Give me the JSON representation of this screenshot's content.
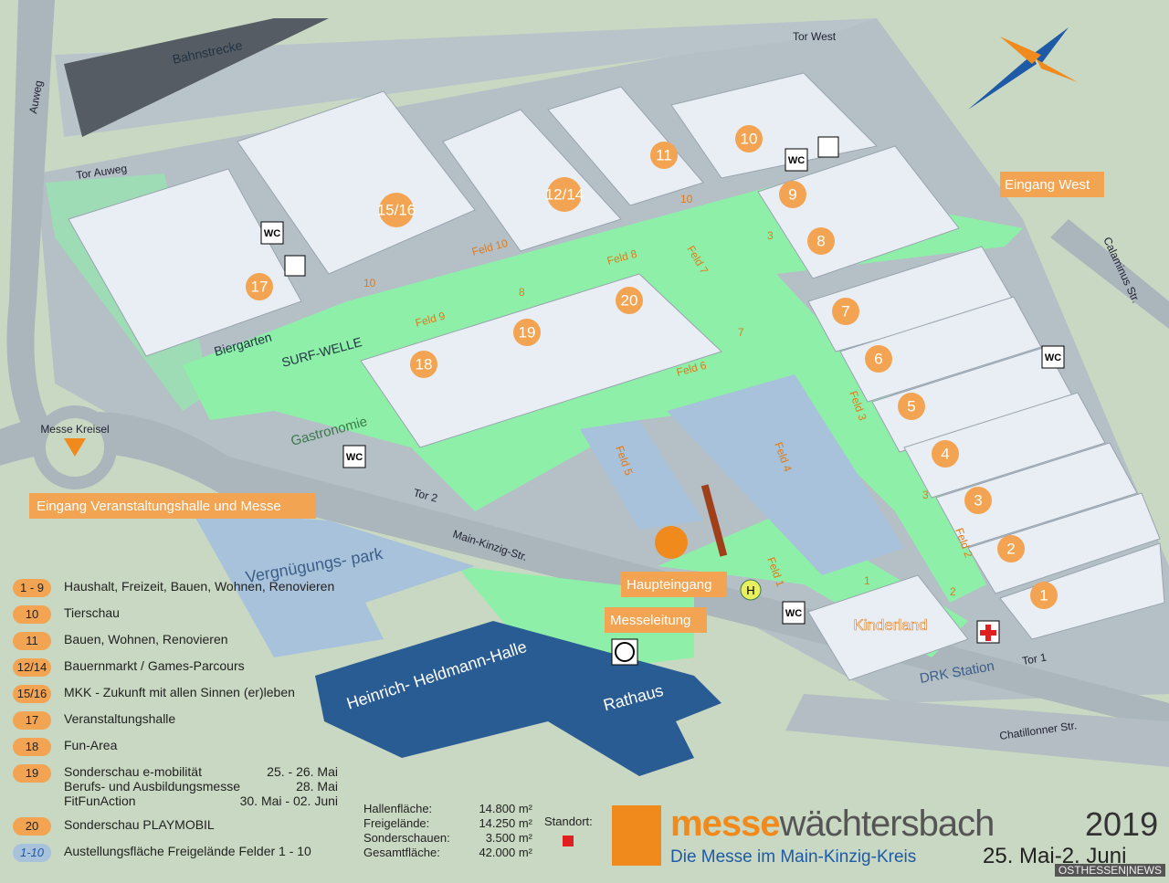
{
  "colors": {
    "hall_roof": "#e8eef4",
    "hall_wall": "#9aa4b0",
    "open_area": "#8ef0a8",
    "road": "#b7c2c8",
    "accent": "#f3a452",
    "rathaus": "#2a5c94"
  },
  "streets": {
    "bahn": "Bahnstrecke",
    "auweg": "Auweg",
    "main_kinzig": "Main-Kinzig-Str.",
    "calaminus": "Calaminus Str.",
    "chatillon": "Chatillonner Str.",
    "kreisel": "Messe Kreisel"
  },
  "gates": {
    "tor_west": "Tor West",
    "tor_auweg": "Tor Auweg",
    "tor2": "Tor 2",
    "tor1": "Tor 1"
  },
  "entrances": {
    "west": "Eingang West",
    "main": "Eingang Veranstaltungshalle und Messe",
    "haupt": "Haupteingang",
    "leitung": "Messeleitung"
  },
  "halls": {
    "h10": "10",
    "h11": "11",
    "h1214": "12/14",
    "h1516": "15/16",
    "h17": "17",
    "h9": "9",
    "h8": "8",
    "h20": "20",
    "h19": "19",
    "h18": "18",
    "h7": "7",
    "h6": "6",
    "h5": "5",
    "h4": "4",
    "h3": "3",
    "h2": "2",
    "h1": "1"
  },
  "places": {
    "biergarten": "Biergarten",
    "surf": "SURF-WELLE",
    "gastro": "Gastronomie",
    "vergnuegung": "Vergnügungs- park",
    "heinrich": "Heinrich- Heldmann-Halle",
    "rathaus": "Rathaus",
    "kinderland": "Kinderland",
    "drk": "DRK Station"
  },
  "felder": {
    "f10": "Feld 10",
    "f9": "Feld 9",
    "f8": "Feld 8",
    "f7": "Feld 7",
    "f6": "Feld 6",
    "f5": "Feld 5",
    "f4": "Feld 4",
    "f3": "Feld 3",
    "f2": "Feld 2",
    "f1": "Feld 1",
    "n10a": "10",
    "n10b": "10",
    "n8": "8",
    "n7": "7",
    "n3": "3",
    "n3b": "3",
    "n1": "1",
    "n2": "2"
  },
  "icons": {
    "wc": "WC",
    "h": "H"
  },
  "legend": [
    {
      "badge": "1 - 9",
      "text": "Haushalt, Freizeit, Bauen, Wohnen, Renovieren"
    },
    {
      "badge": "10",
      "text": "Tierschau"
    },
    {
      "badge": "11",
      "text": "Bauen, Wohnen, Renovieren"
    },
    {
      "badge": "12/14",
      "text": "Bauernmarkt / Games-Parcours"
    },
    {
      "badge": "15/16",
      "text": "MKK - Zukunft mit allen Sinnen (er)leben"
    },
    {
      "badge": "17",
      "text": "Veranstaltungshalle"
    },
    {
      "badge": "18",
      "text": "Fun-Area"
    },
    {
      "badge": "19",
      "rows": [
        [
          "Sonderschau e-mobilität",
          "25. - 26. Mai"
        ],
        [
          "Berufs- und Ausbildungsmesse",
          "28. Mai"
        ],
        [
          "FitFunAction",
          "30. Mai - 02. Juni"
        ]
      ]
    },
    {
      "badge": "20",
      "text": "Sonderschau PLAYMOBIL"
    },
    {
      "badge": "1-10",
      "text": "Austellungsfläche Freigelände Felder 1 - 10"
    }
  ],
  "stats": [
    [
      "Hallenfläche:",
      "14.800 m²"
    ],
    [
      "Freigelände:",
      "14.250 m²"
    ],
    [
      "Sonderschauen:",
      "3.500 m²"
    ],
    [
      "Gesamtfläche:",
      "42.000 m²"
    ]
  ],
  "standort": "Standort:",
  "logo": {
    "brand1": "messe",
    "brand2": "wächtersbach",
    "year": "2019",
    "sub": "Die Messe im Main-Kinzig-Kreis",
    "dates": "25. Mai-2. Juni"
  },
  "watermark": "OSTHESSEN|NEWS"
}
